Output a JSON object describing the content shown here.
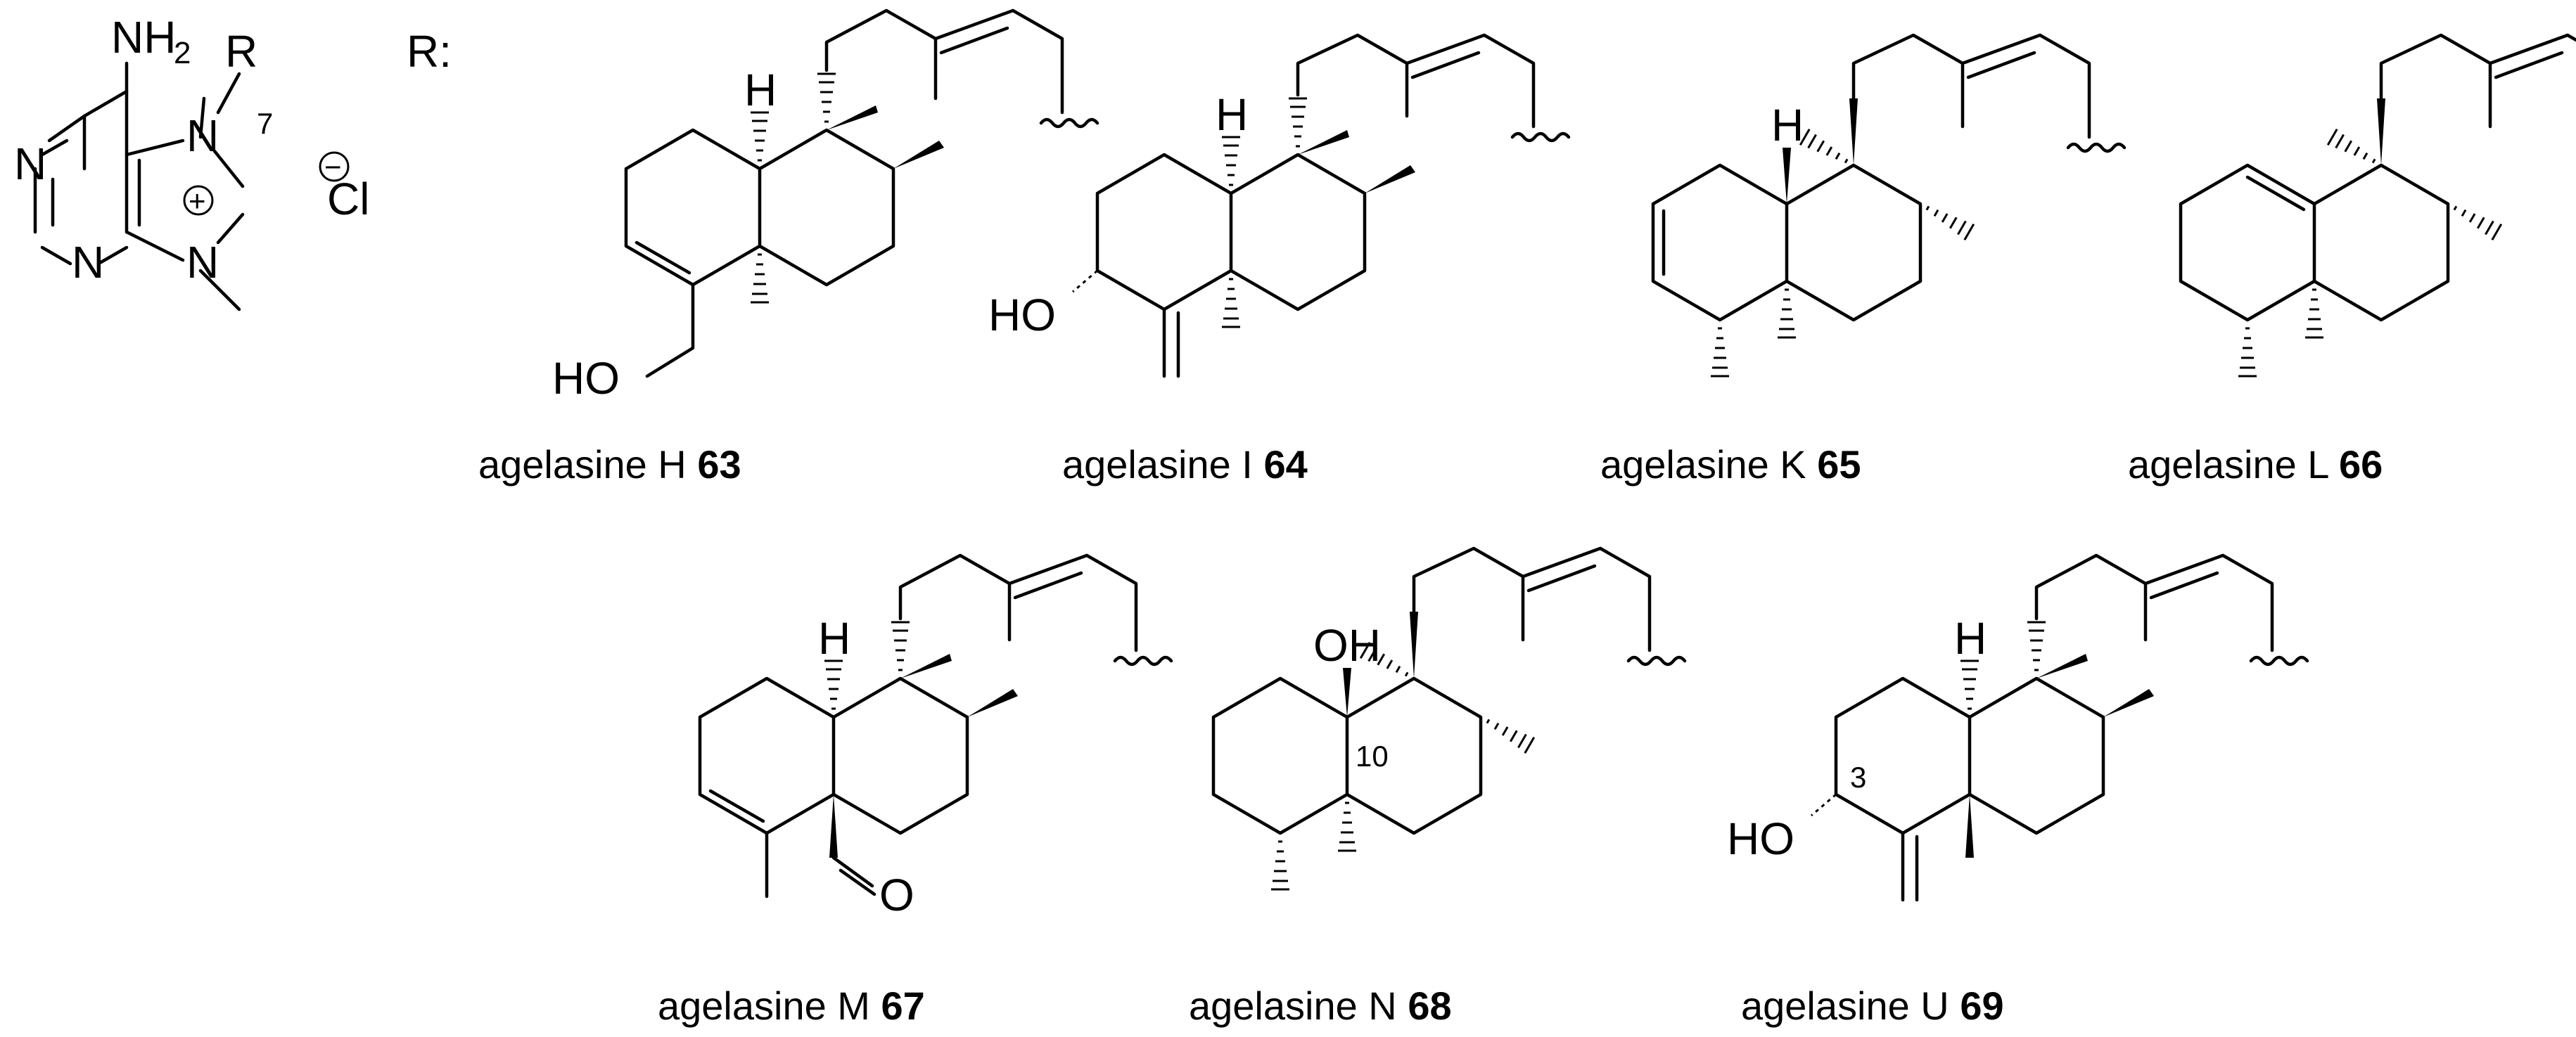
{
  "core": {
    "nh2_n": "NH",
    "nh2_sub": "2",
    "r_label": "R",
    "n_label": "N",
    "position_7": "7",
    "plus": "+",
    "minus": "−",
    "cl": "Cl",
    "r_colon": "R:"
  },
  "atoms": {
    "h": "H",
    "ho": "HO",
    "oh": "OH",
    "o": "O",
    "locant_10": "10",
    "locant_3": "3"
  },
  "compounds": [
    {
      "name": "agelasine H ",
      "number": "63"
    },
    {
      "name": "agelasine I ",
      "number": "64"
    },
    {
      "name": "agelasine K ",
      "number": "65"
    },
    {
      "name": "agelasine L ",
      "number": "66"
    },
    {
      "name": "agelasine M ",
      "number": "67"
    },
    {
      "name": "agelasine N ",
      "number": "68"
    },
    {
      "name": "agelasine U ",
      "number": "69"
    }
  ]
}
